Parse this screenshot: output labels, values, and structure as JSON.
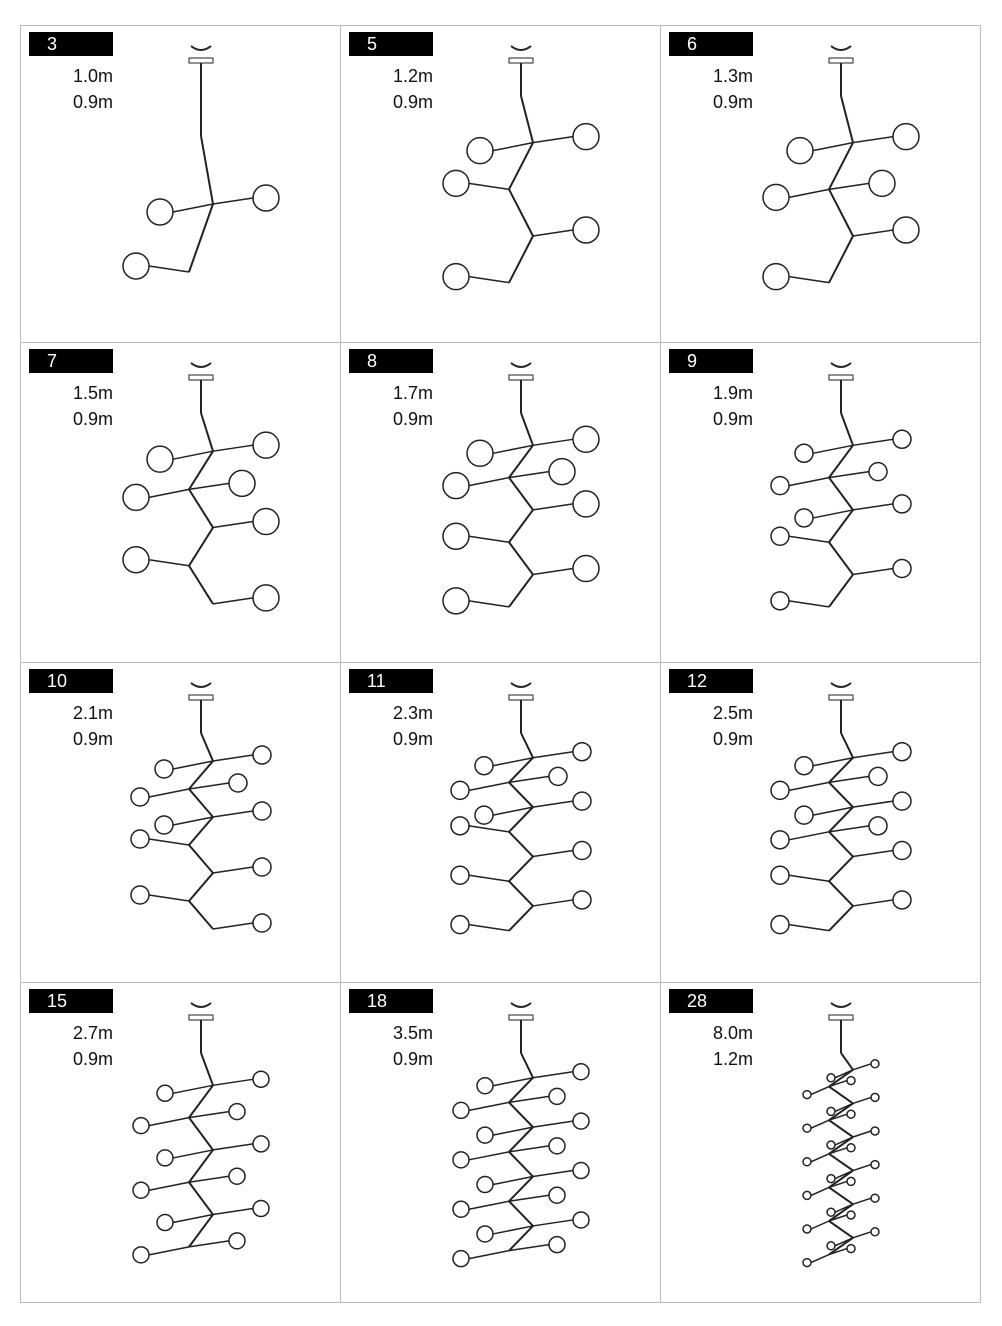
{
  "configurations": [
    {
      "heads": "3",
      "length": "1.0m",
      "width": "0.9m"
    },
    {
      "heads": "5",
      "length": "1.2m",
      "width": "0.9m"
    },
    {
      "heads": "6",
      "length": "1.3m",
      "width": "0.9m"
    },
    {
      "heads": "7",
      "length": "1.5m",
      "width": "0.9m"
    },
    {
      "heads": "8",
      "length": "1.7m",
      "width": "0.9m"
    },
    {
      "heads": "9",
      "length": "1.9m",
      "width": "0.9m"
    },
    {
      "heads": "10",
      "length": "2.1m",
      "width": "0.9m"
    },
    {
      "heads": "11",
      "length": "2.3m",
      "width": "0.9m"
    },
    {
      "heads": "12",
      "length": "2.5m",
      "width": "0.9m"
    },
    {
      "heads": "15",
      "length": "2.7m",
      "width": "0.9m"
    },
    {
      "heads": "18",
      "length": "3.5m",
      "width": "0.9m"
    },
    {
      "heads": "28",
      "length": "8.0m",
      "width": "1.2m"
    }
  ],
  "colors": {
    "line": "#222222",
    "badge": "#000000",
    "border": "#bbbbbb"
  }
}
